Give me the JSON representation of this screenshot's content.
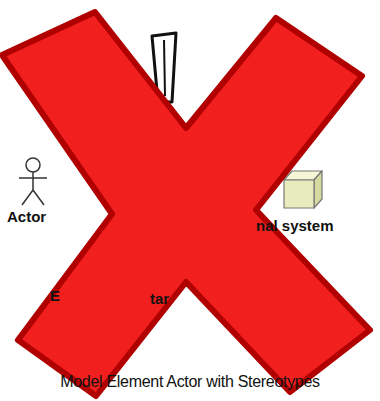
{
  "diagram": {
    "caption": "Model Element Actor with Stereotypes",
    "labels": [
      "Actor",
      "nal system",
      "E",
      "tar"
    ]
  }
}
